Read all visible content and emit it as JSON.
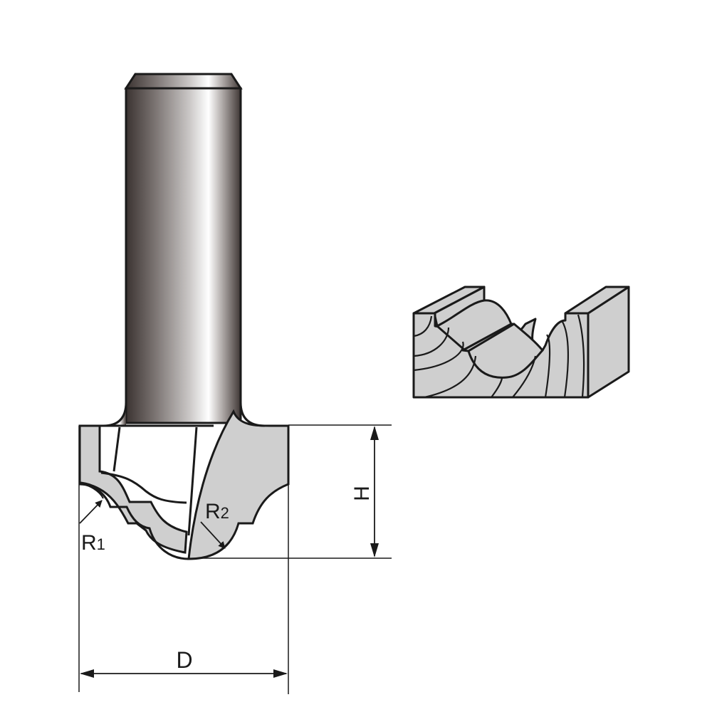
{
  "diagram": {
    "subject": "Router bit (roman ogee / classical profile) with shank",
    "labels": {
      "r1": "R",
      "r1_sub": "1",
      "r2": "R",
      "r2_sub": "2",
      "height": "H",
      "diameter": "D"
    },
    "colors": {
      "outline": "#1a1a1a",
      "cutter_fill": "#cfcfcf",
      "workpiece_fill": "#cfcfcf",
      "shank_dark": "#3d3533",
      "shank_light": "#f4f4f4",
      "background": "#ffffff"
    },
    "parts": [
      "shank",
      "cutter-body",
      "cut-profile-workpiece",
      "dimension-H",
      "dimension-D",
      "radius-R1",
      "radius-R2"
    ]
  }
}
